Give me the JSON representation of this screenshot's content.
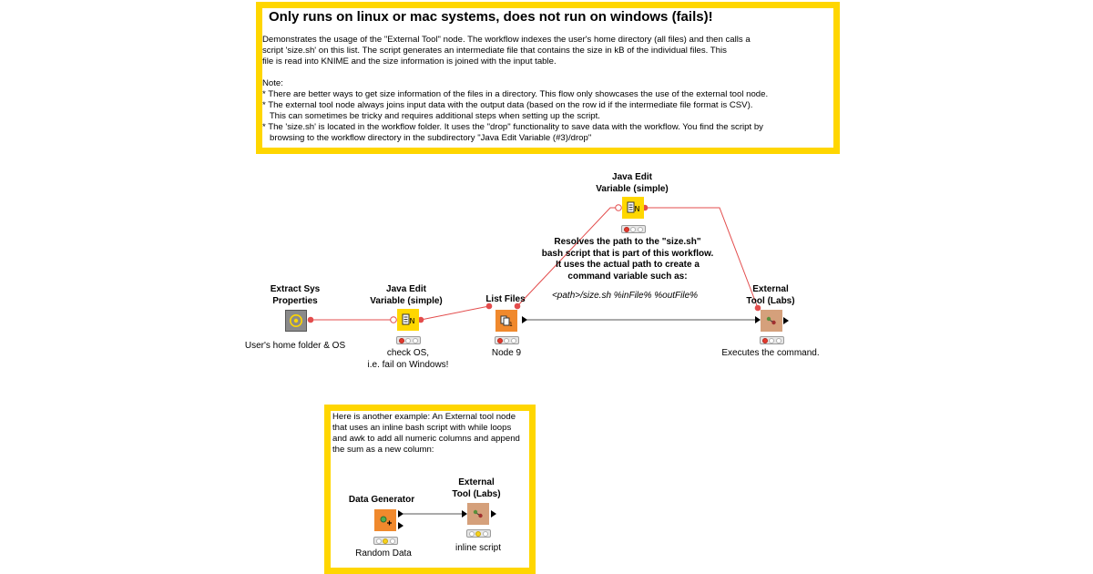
{
  "colors": {
    "annotation_border": "#ffd600",
    "connection": "#e34c4c",
    "connection_plain": "#555555",
    "source_node": "#8a8a8a",
    "manipulator_node": "#ffd700",
    "reader_node": "#f0892d",
    "other_node": "#d5a07b",
    "status_red": "#e23a2e",
    "status_yellow": "#f7d21c"
  },
  "top_annotation": {
    "title": "Only runs on linux or mac systems, does not run on windows (fails)!",
    "lines": [
      "Demonstrates the usage of the \"External Tool\" node. The workflow indexes the user's home directory (all files) and then calls a",
      "script 'size.sh' on this list. The script generates an intermediate file that contains the size in kB of the individual files. This",
      "file is read into KNIME and the size information is joined with the input table.",
      "",
      "Note:",
      " * There are better ways to get size information of the files in a directory. This flow only showcases the use of the external tool node.",
      " * The external tool node always joins input data with the output data (based on the row id if the intermediate file format is CSV).",
      "   This can sometimes be tricky and requires additional steps when setting up the script.",
      " * The 'size.sh' is located in the workflow folder. It uses the \"drop\" functionality to save data with the workflow. You find the script by",
      "   browsing to the workflow directory in the subdirectory \"Java Edit Variable (#3)/drop\""
    ]
  },
  "nodes": {
    "extract_sys": {
      "title_1": "Extract Sys",
      "title_2": "Properties",
      "label": "User's home folder & OS",
      "status": "none",
      "icon": "gear-icon"
    },
    "java_edit_1": {
      "title_1": "Java Edit",
      "title_2": "Variable (simple)",
      "label_1": "check OS,",
      "label_2": "i.e. fail on Windows!",
      "status": "red",
      "icon": "java-edit-icon"
    },
    "list_files": {
      "title": "List Files",
      "label": "Node 9",
      "status": "red",
      "icon": "list-files-icon"
    },
    "java_edit_2": {
      "title_1": "Java Edit",
      "title_2": "Variable (simple)",
      "status": "red",
      "icon": "java-edit-icon"
    },
    "external_tool": {
      "title_1": "External",
      "title_2": "Tool (Labs)",
      "label": "Executes the command.",
      "status": "red",
      "icon": "external-tool-icon"
    },
    "data_generator": {
      "title": "Data Generator",
      "label": "Random Data",
      "status": "yellow",
      "icon": "data-generator-icon"
    },
    "external_tool_2": {
      "title_1": "External",
      "title_2": "Tool (Labs)",
      "label": "inline script",
      "status": "yellow",
      "icon": "external-tool-icon"
    }
  },
  "canvas_note": {
    "lines": [
      "Resolves the path to the \"size.sh\"",
      "bash script that is part of this workflow.",
      "It uses the actual path to create a",
      "command variable such as:"
    ],
    "code": "<path>/size.sh %inFile% %outFile%"
  },
  "bottom_annotation": {
    "lines": [
      "Here is another example: An External tool node",
      "that uses an inline bash script with while loops",
      "and awk to add all numeric columns and append",
      "the sum as a new column:"
    ]
  }
}
